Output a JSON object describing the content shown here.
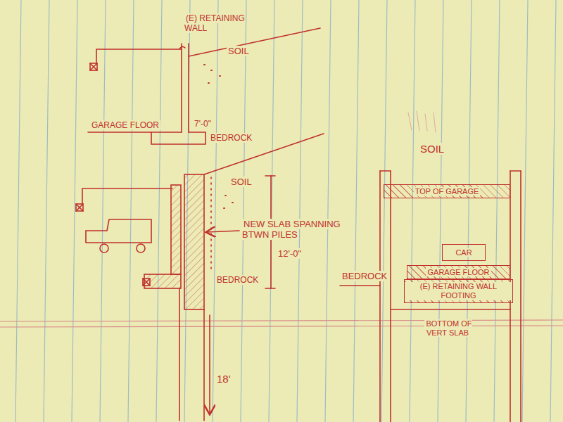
{
  "diagram": {
    "nodes": [
      {
        "text": [
          "TOP OF GARAGE"
        ]
      },
      {
        "text": [
          "CAR"
        ]
      },
      {
        "text": [
          "GARAGE FLOOR"
        ]
      },
      {
        "text": [
          "(E) RETAINING WALL FOOTING"
        ]
      }
    ],
    "labels": [
      "(E) RETAINING WALL",
      "SOIL",
      "GARAGE FLOOR",
      "7'-0\"",
      "BEDROCK",
      "SOIL",
      "NEW SLAB SPANNING BTWN PILES",
      "12'-0\"",
      "BEDROCK",
      "18'",
      "SOIL",
      "BEDROCK",
      "BOTTOM OF VERT SLAB"
    ]
  }
}
